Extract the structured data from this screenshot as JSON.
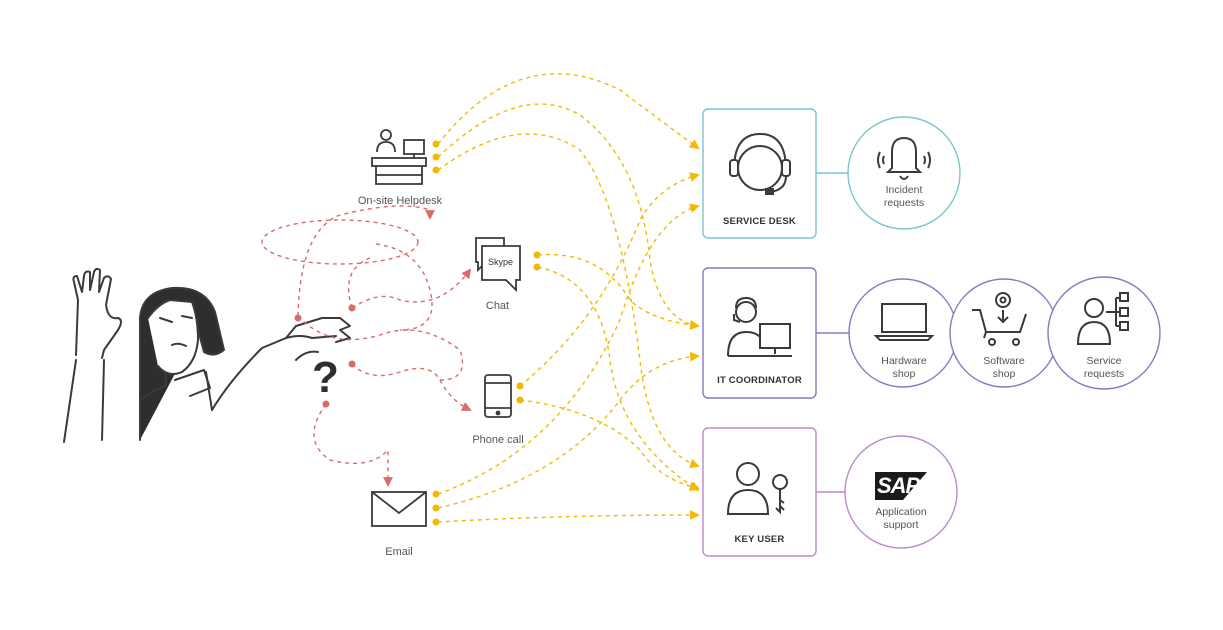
{
  "channels": {
    "helpdesk": "On-site Helpdesk",
    "chat": "Chat",
    "skype": "Skype",
    "phone": "Phone call",
    "email": "Email"
  },
  "roles": {
    "service_desk": "SERVICE DESK",
    "it_coordinator": "IT COORDINATOR",
    "key_user": "KEY USER"
  },
  "services": {
    "incident": [
      "Incident",
      "requests"
    ],
    "hardware": [
      "Hardware",
      "shop"
    ],
    "software": [
      "Software",
      "shop"
    ],
    "service_requests": [
      "Service",
      "requests"
    ],
    "sap_logo": "SAP",
    "app_support": [
      "Application",
      "support"
    ]
  },
  "colors": {
    "service_desk": "#7ec3cf",
    "it_coordinator": "#8a78c2",
    "key_user": "#b98ad0",
    "flow": "#f5b800",
    "confusion": "#d96b6b",
    "icon": "#3a3a3a"
  }
}
